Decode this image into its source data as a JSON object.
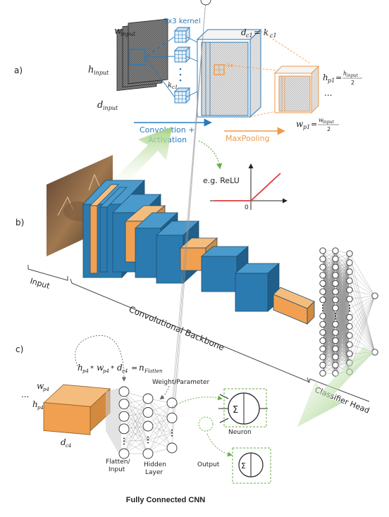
{
  "colors": {
    "blue": "#2b7bb0",
    "blue_dark": "#1f5f8a",
    "blue_text": "#2a7ab8",
    "orange": "#f0a050",
    "orange_text": "#ef9a4a",
    "green": "#7cbf5a",
    "red": "#e23b3b",
    "gray": "#666666"
  },
  "panel_a": {
    "label": "a)",
    "kernel_label": "3x3 kernel",
    "w_input": "w",
    "w_input_sub": "input",
    "h_input": "h",
    "h_input_sub": "input",
    "d_input": "d",
    "d_input_sub": "input",
    "k_label": "k",
    "k_sub": "c1",
    "dc1_eq": "d",
    "dc1_sub": "c1",
    "dc1_rhs": "= k",
    "dc1_rhs_sub": "c1",
    "cell_label": "2x",
    "hp1_lhs": "h",
    "hp1_sub": "p1",
    "hp1_num": "h",
    "hp1_num_sub": "input",
    "hp1_den": "2",
    "wp1_lhs": "w",
    "wp1_sub": "p1",
    "wp1_num": "w",
    "wp1_num_sub": "input",
    "wp1_den": "2",
    "conv_label_1": "Convolution +",
    "conv_label_2": "Activation",
    "pool_label": "MaxPooling",
    "ellipsis": "..."
  },
  "relu": {
    "label": "e.g. ReLU",
    "zero": "0"
  },
  "panel_b": {
    "label": "b)",
    "input_label": "Input",
    "backbone_label": "Convolutional Backbone",
    "head_label": "Classifier Head"
  },
  "panel_c": {
    "label": "c)",
    "formula_h": "h",
    "formula_h_sub": "p4",
    "formula_w": "w",
    "formula_w_sub": "p4",
    "formula_d": "d",
    "formula_d_sub": "c4",
    "formula_n": "n",
    "formula_n_sub": "Flatten",
    "w_label": "w",
    "w_sub": "p4",
    "h_label": "h",
    "h_sub": "p4",
    "d_label": "d",
    "d_sub": "c4",
    "ellipsis": "...",
    "weight_label": "Weight/Parameter",
    "neuron_label": "Neuron",
    "flatten_label_1": "Flatten/",
    "flatten_label_2": "Input",
    "hidden_label_1": "Hidden",
    "hidden_label_2": "Layer",
    "output_label": "Output",
    "sigma": "Σ"
  },
  "caption": "Fully Connected CNN"
}
